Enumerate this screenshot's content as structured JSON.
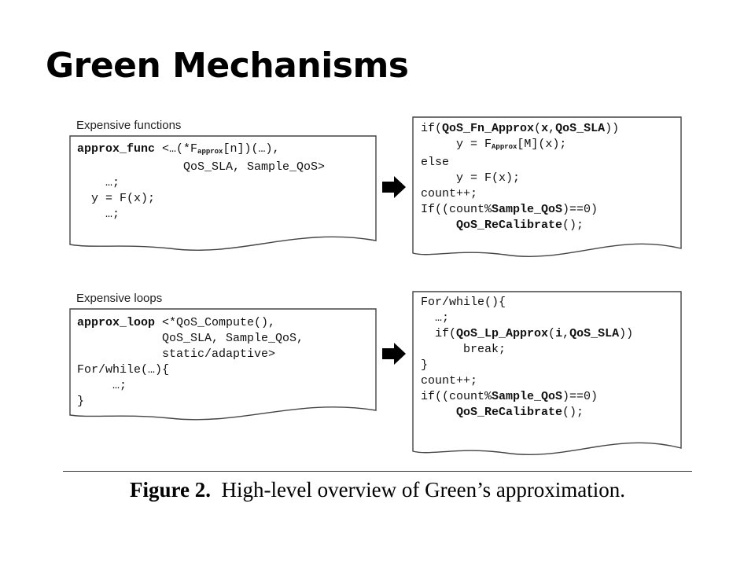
{
  "slide": {
    "title": "Green Mechanisms"
  },
  "panels": {
    "functions_label": "Expensive functions",
    "loops_label": "Expensive loops",
    "func_in": {
      "l1_kw": "approx_func",
      "l1_a": " <…(*F",
      "l1_sub": "approx",
      "l1_b": "[n])(…),",
      "l2": "               QoS_SLA, Sample_QoS>",
      "l3": "    …;",
      "l4": "  y = F(x);",
      "l5": "    …;"
    },
    "func_out": {
      "l1_a": "if(",
      "l1_fn": "QoS_Fn_Approx",
      "l1_b": "(",
      "l1_x": "x",
      "l1_c": ",",
      "l1_sla": "QoS_SLA",
      "l1_d": "))",
      "l2_a": "     y = F",
      "l2_sub": "Approx",
      "l2_b": "[M](x);",
      "l3": "else",
      "l4": "     y = F(x);",
      "l5": "count++;",
      "l6_a": "If((count%",
      "l6_b": "Sample_QoS",
      "l6_c": ")==0)",
      "l7_a": "     ",
      "l7_b": "QoS_ReCalibrate",
      "l7_c": "();"
    },
    "loop_in": {
      "l1_kw": "approx_loop",
      "l1_rest": " <*QoS_Compute(),",
      "l2": "            QoS_SLA, Sample_QoS,",
      "l3": "            static/adaptive>",
      "l4": "For/while(…){",
      "l5": "     …;",
      "l6": "}"
    },
    "loop_out": {
      "l1": "For/while(){",
      "l2": "  …;",
      "l3_a": "  if(",
      "l3_fn": "QoS_Lp_Approx",
      "l3_b": "(",
      "l3_i": "i",
      "l3_c": ",",
      "l3_sla": "QoS_SLA",
      "l3_d": "))",
      "l4": "      break;",
      "l5": "}",
      "l6": "count++;",
      "l7_a": "if((count%",
      "l7_b": "Sample_QoS",
      "l7_c": ")==0)",
      "l8_a": "     ",
      "l8_b": "QoS_ReCalibrate",
      "l8_c": "();"
    }
  },
  "figure": {
    "number": "Figure 2.",
    "text": "  High-level overview of Green’s approximation."
  },
  "colors": {
    "ink": "#111111",
    "page": "#ffffff"
  }
}
